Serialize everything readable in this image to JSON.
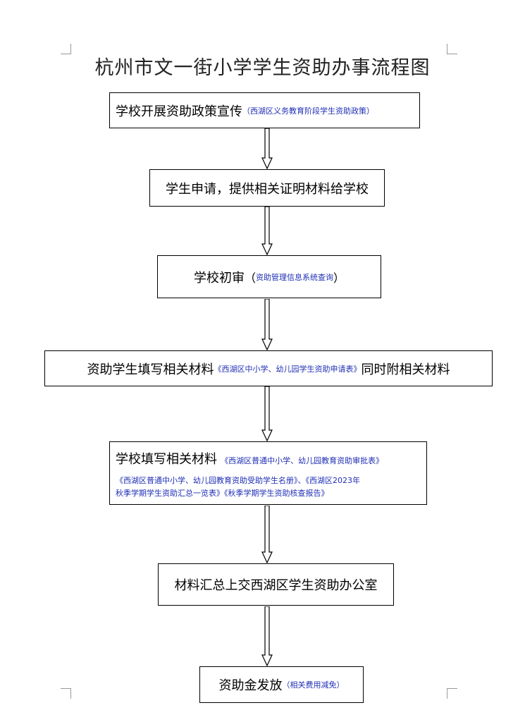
{
  "title": "杭州市文一街小学学生资助办事流程图",
  "steps": [
    {
      "main": "学校开展资助政策宣传",
      "note": "（西湖区义务教育阶段学生资助政策）"
    },
    {
      "main": "学生申请，提供相关证明材料给学校"
    },
    {
      "main": "学校初审",
      "paren_open": "（",
      "note": "资助管理信息系统查询",
      "paren_close": "）"
    },
    {
      "main": "资助学生填写相关材料",
      "note": "《西湖区中小学、幼儿园学生资助申请表》",
      "tail": "同时附相关材料"
    },
    {
      "main": "学校填写相关材料",
      "note": "《西湖区普通中小学、幼儿园教育资助审批表》",
      "note2a": "《西湖区普通中小学、幼儿园教育资助受助学生名册》、《西湖区2023年",
      "note2b": "秋季学期学生资助汇总一览表》《秋季学期学生资助核查报告》"
    },
    {
      "main": "材料汇总上交西湖区学生资助办公室"
    },
    {
      "main": "资助金发放",
      "note": "（相关费用减免）"
    }
  ]
}
